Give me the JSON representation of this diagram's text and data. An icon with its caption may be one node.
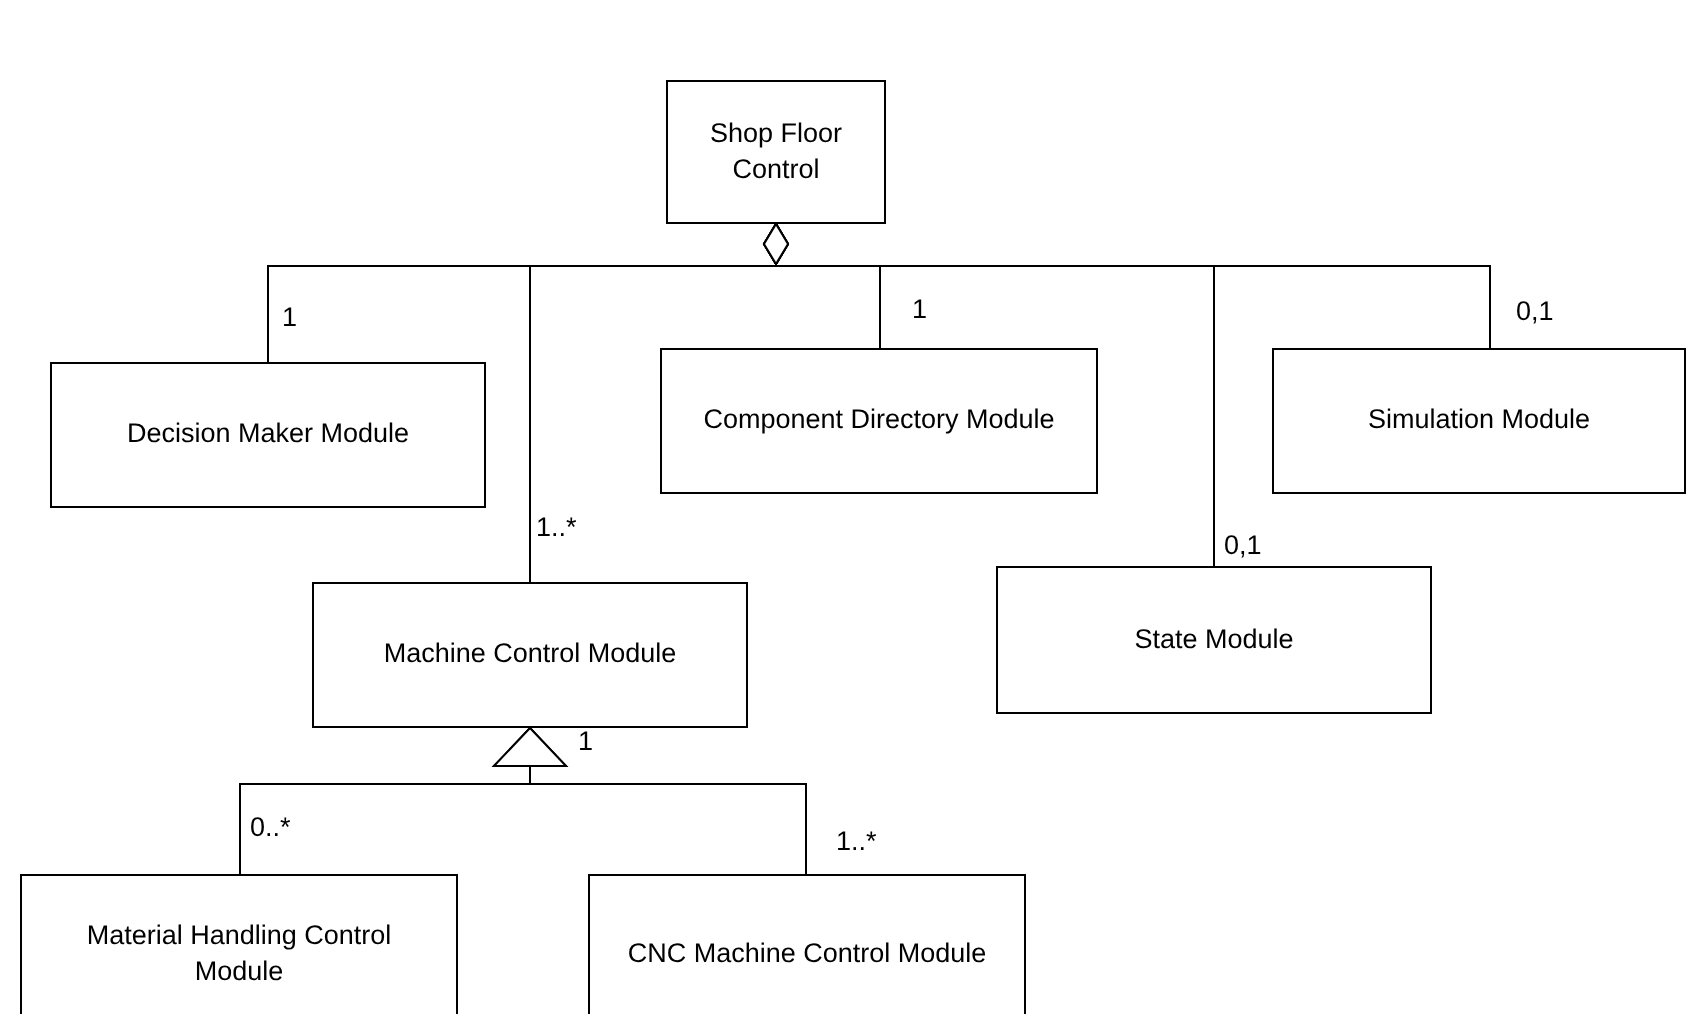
{
  "diagram": {
    "nodes": [
      {
        "text": [
          "Shop Floor Control"
        ]
      },
      {
        "text": [
          "Decision Maker Module"
        ]
      },
      {
        "text": [
          "Component Directory Module"
        ]
      },
      {
        "text": [
          "Simulation Module"
        ]
      },
      {
        "text": [
          "Machine Control Module"
        ]
      },
      {
        "text": [
          "State Module"
        ]
      },
      {
        "text": [
          "Material Handling Control Module"
        ]
      },
      {
        "text": [
          "CNC Machine Control Module"
        ]
      }
    ],
    "edges": [
      {
        "from": 1,
        "to": 0,
        "arrow": "other",
        "label": "1"
      },
      {
        "from": 4,
        "to": 0,
        "arrow": "other",
        "label": "1..*"
      },
      {
        "from": 2,
        "to": 0,
        "arrow": "other",
        "label": "1"
      },
      {
        "from": 5,
        "to": 0,
        "arrow": "other",
        "label": "0,1"
      },
      {
        "from": 3,
        "to": 0,
        "arrow": "other",
        "label": "0,1"
      },
      {
        "from": 6,
        "to": 4,
        "arrow": "to",
        "label": "0..*"
      },
      {
        "from": 7,
        "to": 4,
        "arrow": "to",
        "label": "1..*"
      }
    ],
    "labels": [
      "1"
    ]
  }
}
